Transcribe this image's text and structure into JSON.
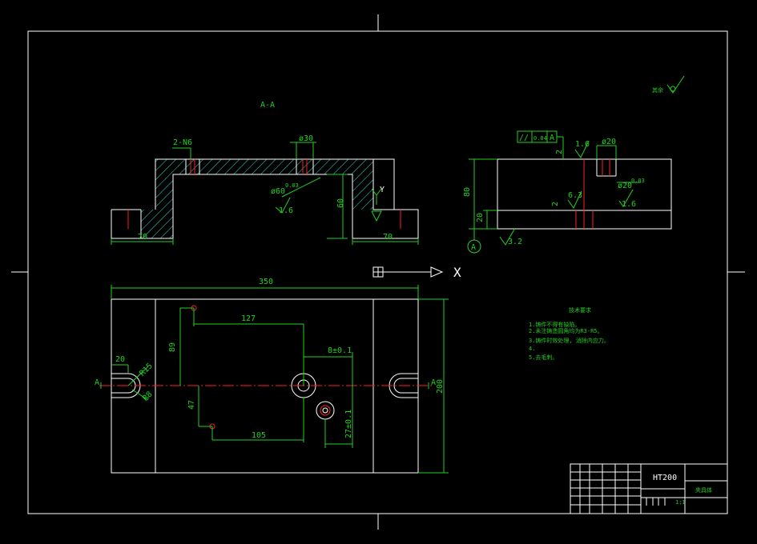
{
  "section_label": "A-A",
  "roughness_corner": "其余",
  "section_view": {
    "dim_2n6": "2-N6",
    "dim_d30": "ø30",
    "dim_d60": "ø60",
    "dim_d60_tol": "0.03",
    "dim_rough_16": "1.6",
    "dim_60": "60",
    "dim_70_left": "70",
    "dim_70_right": "70",
    "axis_y": "Y"
  },
  "side_view": {
    "parallel_sym": "//",
    "parallel_tol": "0.04",
    "datum_a": "A",
    "rough_top": "1.6",
    "dim_d20": "ø20",
    "dim_d20b": "ø20",
    "dim_d20b_tol": "0.03",
    "rough_63": "6.3",
    "rough_16b": "1.6",
    "dim_80": "80",
    "dim_20": "20",
    "dim_2a": "2",
    "dim_2b": "2",
    "rough_32": "3.2",
    "datum_circle": "A"
  },
  "axis_x": "X",
  "plan_view": {
    "dim_350": "350",
    "dim_127": "127",
    "dim_89": "89",
    "dim_8": "8±0.1",
    "dim_20": "20",
    "dim_r15": "R15",
    "dim_r8": "R8",
    "dim_47": "47",
    "dim_105": "105",
    "dim_27": "27±0.1",
    "dim_200": "200",
    "cut_a_left": "A",
    "cut_a_right": "A"
  },
  "notes": {
    "title": "技术要求",
    "lines": [
      "1.铸件不得有缺陷。",
      "2.未注铸造圆角均为R3-R5。",
      "3.铸件时效处理, 消除内应力。",
      "4.",
      "5.去毛刺。"
    ]
  },
  "title_block": {
    "material": "HT200",
    "part_name": "夹具体",
    "scale": "1:1"
  }
}
